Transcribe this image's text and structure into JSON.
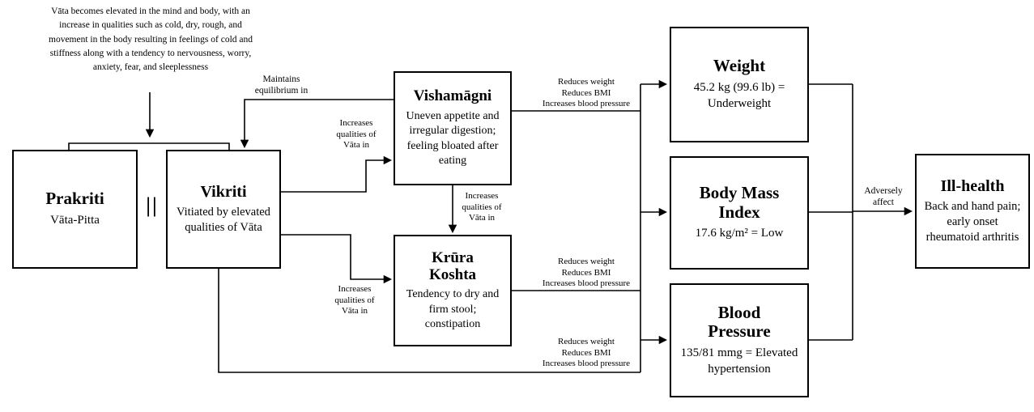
{
  "diagram": {
    "annotation": "Vāta becomes elevated in the mind and body, with an increase in qualities such as cold, dry, rough, and movement in the body resulting in feelings of cold and stiffness along with a tendency to nervousness, worry, anxiety, fear, and sleeplessness",
    "equivalence_symbol": "||",
    "boxes": {
      "prakriti": {
        "title": "Prakriti",
        "body": "Vāta-Pitta"
      },
      "vikriti": {
        "title": "Vikriti",
        "body": "Vitiated by elevated qualities of Vāta"
      },
      "vishamagni": {
        "title": "Vishamāgni",
        "body": "Uneven appetite and irregular digestion; feeling bloated after eating"
      },
      "krura_koshta": {
        "title": "Krūra Koshta",
        "body": "Tendency to dry and firm stool; constipation"
      },
      "weight": {
        "title": "Weight",
        "body": "45.2 kg (99.6 lb) = Underweight"
      },
      "body_mass_index": {
        "title": "Body Mass Index",
        "body": "17.6 kg/m² = Low"
      },
      "blood_pressure": {
        "title": "Blood Pressure",
        "body": "135/81 mmg = Elevated hypertension"
      },
      "ill_health": {
        "title": "Ill-health",
        "body": "Back and hand pain; early onset rheumatoid arthritis"
      }
    },
    "edge_labels": {
      "maintains_equilibrium": "Maintains equilibrium in",
      "increases_vata_upper": "Increases qualities of Vāta in",
      "increases_vata_middle": "Increases qualities of Vāta in",
      "increases_vata_lower": "Increases qualities of Vāta in",
      "effects_lines": [
        "Reduces weight",
        "Reduces BMI",
        "Increases blood pressure"
      ],
      "adversely_affect": "Adversely affect"
    },
    "colors": {
      "line": "#000000",
      "box_border": "#000000",
      "text": "#000000",
      "background": "#ffffff"
    }
  }
}
